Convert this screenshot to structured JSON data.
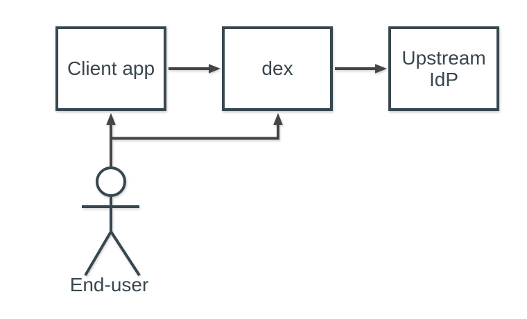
{
  "canvas": {
    "background": "#FFFFFF"
  },
  "colors": {
    "node_border": "#37474F",
    "node_fill": "#FFFFFF",
    "label_text": "#37474F",
    "connector": "#454545"
  },
  "nodes": [
    {
      "id": "client-app",
      "label": "Client app"
    },
    {
      "id": "dex",
      "label": "dex"
    },
    {
      "id": "upstream-idp",
      "label": "Upstream IdP"
    }
  ],
  "actor": {
    "label": "End-user"
  },
  "edges": [
    {
      "from": "Client app",
      "to": "dex",
      "type": "straight-arrow"
    },
    {
      "from": "dex",
      "to": "Upstream IdP",
      "type": "straight-arrow"
    },
    {
      "from": "End-user",
      "to": "Client app",
      "type": "straight-arrow"
    },
    {
      "from": "End-user",
      "to": "dex",
      "type": "elbow-arrow"
    }
  ]
}
